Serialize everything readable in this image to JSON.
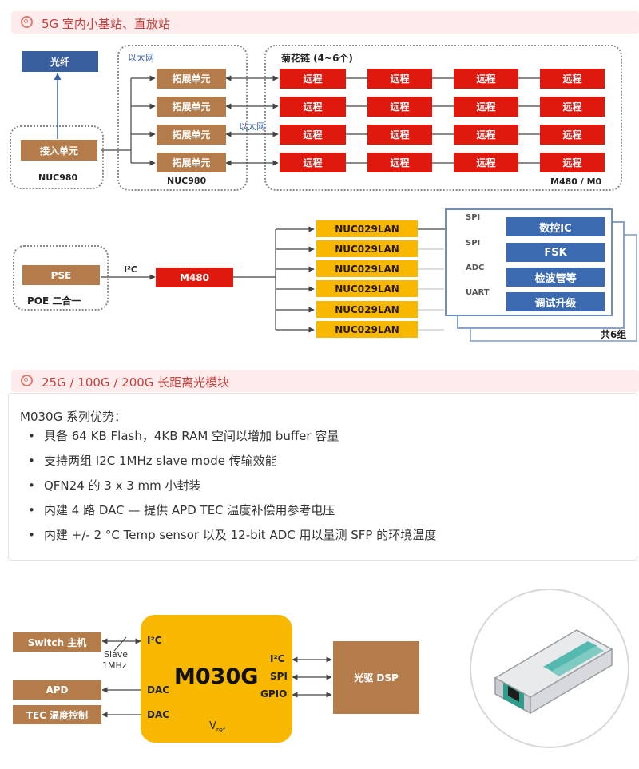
{
  "section1": {
    "title": "5G 室内小基站、直放站"
  },
  "top": {
    "fiber": "光纤",
    "access_unit": "接入单元",
    "access_chip": "NUC980",
    "ethernet_label": "以太网",
    "ethernet_label2": "以太网",
    "ext_unit": "拓展单元",
    "ext_chip": "NUC980",
    "daisy_label": "菊花链 (4~6个)",
    "remote": "远程",
    "remote_chip": "M480 / M0"
  },
  "poe": {
    "pse": "PSE",
    "poe_label": "POE 二合一",
    "i2c": "I²C",
    "m480": "M480",
    "nuc029": "NUC029LAN",
    "bus_spi1": "SPI",
    "bus_spi2": "SPI",
    "bus_adc": "ADC",
    "bus_uart": "UART",
    "func_ic": "数控IC",
    "func_fsk": "FSK",
    "func_detect": "检波管等",
    "func_debug": "调试升级",
    "groups": "共6组"
  },
  "section2": {
    "title": "25G / 100G / 200G 长距离光模块"
  },
  "features": {
    "intro": "M030G 系列优势：",
    "items": [
      "具备 64 KB Flash，4KB RAM 空间以增加 buffer 容量",
      "支持两组 I2C 1MHz slave mode 传输效能",
      "QFN24 的 3 x 3 mm 小封装",
      "内建 4 路 DAC — 提供 APD TEC 温度补偿用参考电压",
      "内建 +/- 2 °C Temp sensor 以及 12-bit ADC 用以量测 SFP 的环境温度"
    ]
  },
  "bottom": {
    "switch": "Switch 主机",
    "slave": "Slave",
    "slave_speed": "1MHz",
    "apd": "APD",
    "tec": "TEC 温度控制",
    "chip": "M030G",
    "pin_i2c_left": "I²C",
    "pin_dac1": "DAC",
    "pin_dac2": "DAC",
    "pin_i2c_right": "I²C",
    "pin_spi": "SPI",
    "pin_gpio": "GPIO",
    "vref_v": "V",
    "vref_sub": "ref",
    "dsp": "光驱 DSP"
  }
}
